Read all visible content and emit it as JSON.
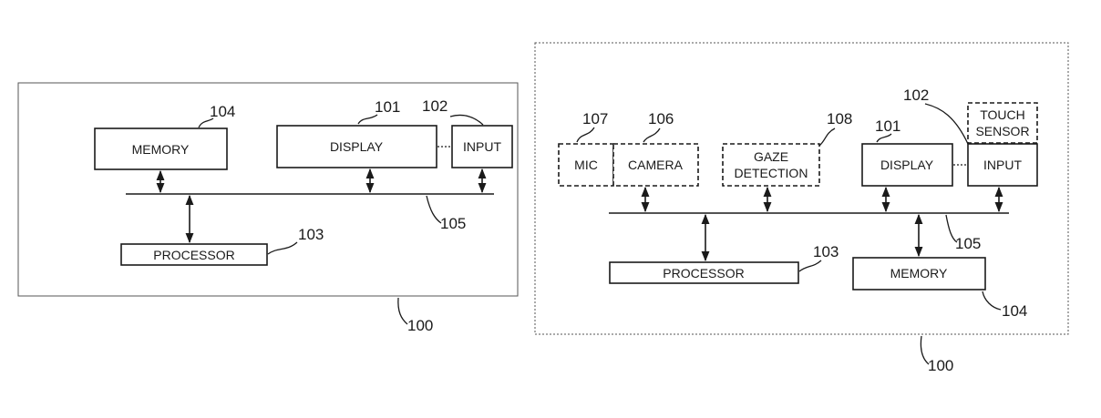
{
  "left": {
    "memory": "MEMORY",
    "display": "DISPLAY",
    "input": "INPUT",
    "processor": "PROCESSOR",
    "refs": {
      "memory": "104",
      "display": "101",
      "input": "102",
      "processor": "103",
      "bus": "105",
      "device": "100"
    }
  },
  "right": {
    "mic": "MIC",
    "camera": "CAMERA",
    "gaze_line1": "GAZE",
    "gaze_line2": "DETECTION",
    "display": "DISPLAY",
    "touch_line1": "TOUCH",
    "touch_line2": "SENSOR",
    "input": "INPUT",
    "processor": "PROCESSOR",
    "memory": "MEMORY",
    "refs": {
      "mic": "107",
      "camera": "106",
      "gaze": "108",
      "display": "101",
      "input": "102",
      "processor": "103",
      "memory": "104",
      "bus": "105",
      "device": "100"
    }
  }
}
